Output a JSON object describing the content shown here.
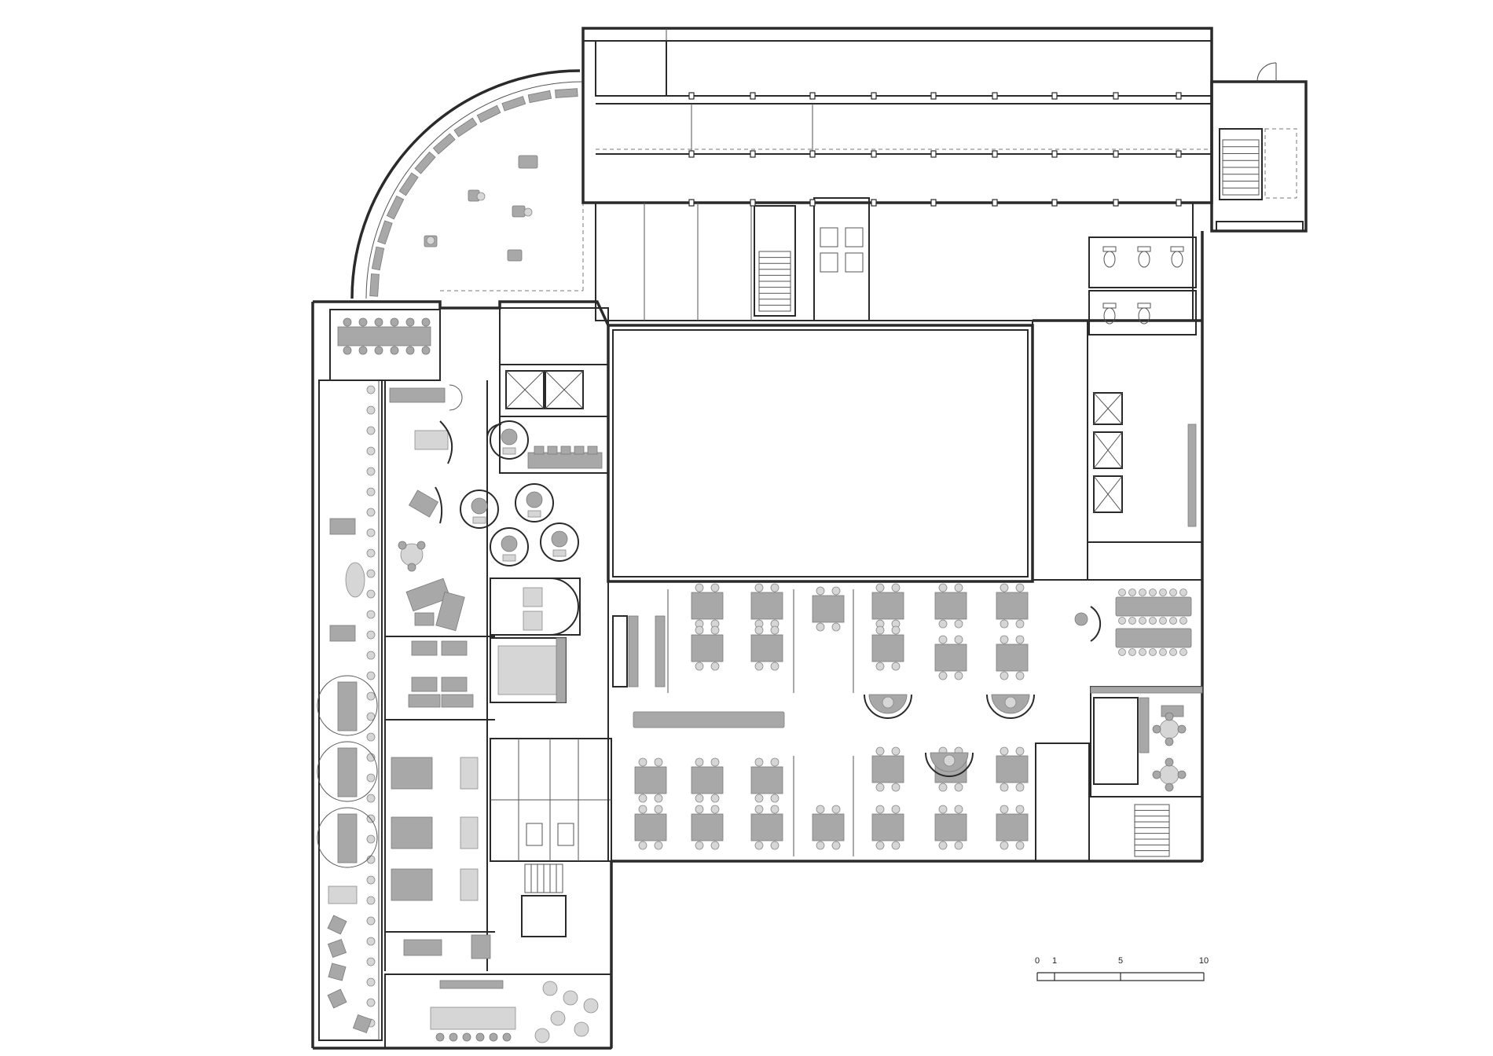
{
  "scale_bar": {
    "labels": [
      "0",
      "1",
      "5",
      "10"
    ]
  },
  "colors": {
    "wall": "#2a2a2a",
    "furniture": "#a8a8a8",
    "furniture_light": "#d6d6d6",
    "background": "#ffffff"
  }
}
